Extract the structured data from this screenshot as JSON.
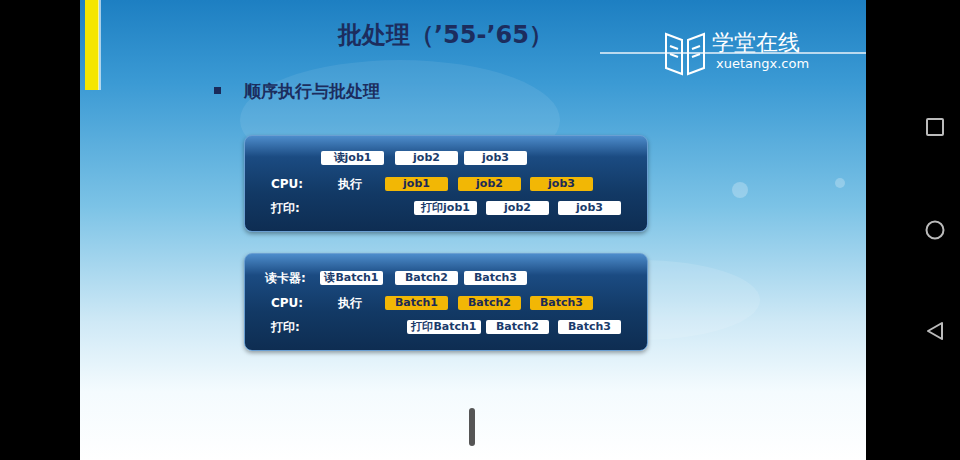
{
  "diagram": {
    "title": "批处理（’55-’65）",
    "nodes": [
      {
        "text": [
          "CPU:",
          "执行",
          "打印:"
        ]
      },
      {
        "text": [
          "读job1"
        ],
        "in": 0
      },
      {
        "text": [
          "job2"
        ],
        "in": 0
      },
      {
        "text": [
          "job3"
        ],
        "in": 0
      },
      {
        "text": [
          "job1"
        ],
        "in": 0
      },
      {
        "text": [
          "job2"
        ],
        "in": 0
      },
      {
        "text": [
          "job3"
        ],
        "in": 0
      },
      {
        "text": [
          "打印job1"
        ],
        "in": 0
      },
      {
        "text": [
          "job2"
        ],
        "in": 0
      },
      {
        "text": [
          "job3"
        ],
        "in": 0
      },
      {
        "text": [
          "读卡器:",
          "CPU:",
          "执行",
          "打印:"
        ]
      },
      {
        "text": [
          "读Batch1"
        ],
        "in": 10
      },
      {
        "text": [
          "Batch2"
        ],
        "in": 10
      },
      {
        "text": [
          "Batch3"
        ],
        "in": 10
      },
      {
        "text": [
          "Batch1"
        ],
        "in": 10
      },
      {
        "text": [
          "Batch2"
        ],
        "in": 10
      },
      {
        "text": [
          "Batch3"
        ],
        "in": 10
      },
      {
        "text": [
          "打印Batch1"
        ],
        "in": 10
      },
      {
        "text": [
          "Batch2"
        ],
        "in": 10
      },
      {
        "text": [
          "Batch3"
        ],
        "in": 10
      }
    ],
    "labels": [
      "顺序执行与批处理",
      "学堂在线",
      "xuetangx.com"
    ]
  }
}
